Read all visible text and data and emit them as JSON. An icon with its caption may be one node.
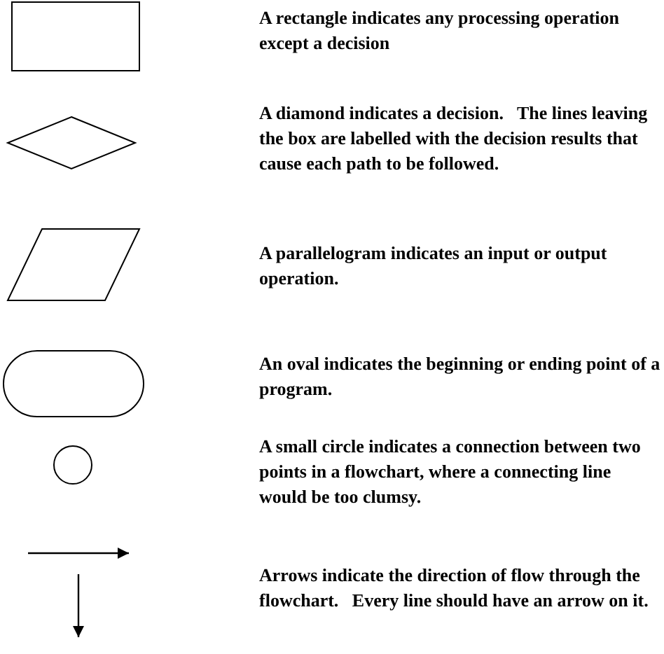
{
  "diagram": {
    "nodes": [
      {
        "text": [],
        "shape": "box"
      },
      {
        "text": [],
        "shape": "diamond"
      },
      {
        "text": [],
        "shape": "parallelogram"
      },
      {
        "text": [],
        "shape": "oval"
      },
      {
        "text": [],
        "shape": "circle"
      }
    ],
    "labels": [
      "A rectangle indicates any processing operation except a decision",
      "A diamond indicates a decision.   The lines leaving the box are labelled with the decision results that cause each path to be followed.",
      "A parallelogram indicates an input or output operation.",
      "An oval indicates the beginning or ending point of a program.",
      "A small circle indicates a connection between two points in a flowchart, where a connecting line would be too clumsy.",
      "Arrows indicate the direction of flow through the flowchart.   Every line should have an arrow on it."
    ]
  }
}
